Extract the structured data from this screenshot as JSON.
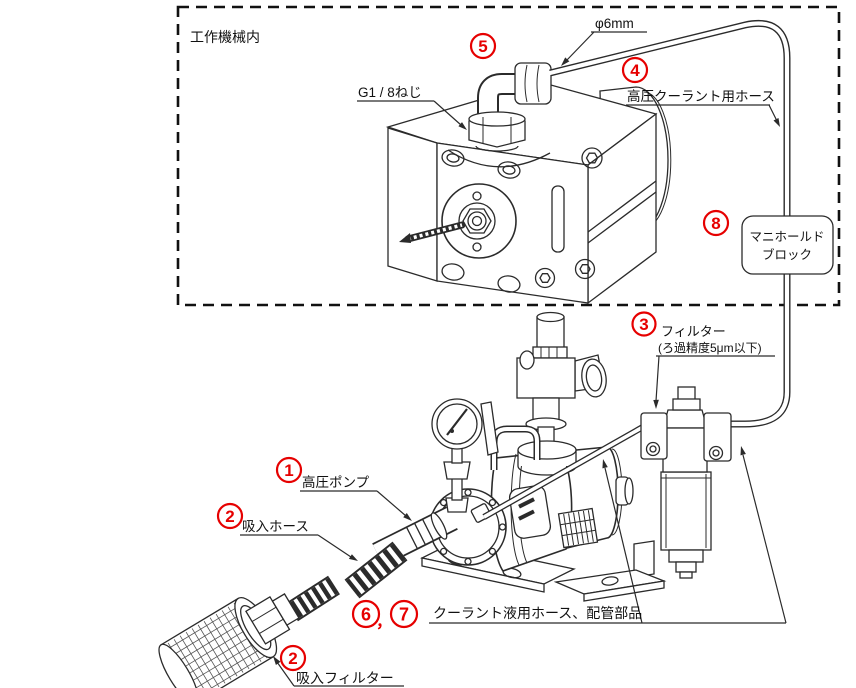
{
  "colors": {
    "callout_red": "#e60000",
    "line": "#2b2b2b",
    "text": "#111111"
  },
  "frame": {
    "machine_area": "工作機械内"
  },
  "labels": {
    "dia6": "φ6mm",
    "g_thread": "G1 / 8ねじ",
    "hp_hose": "高圧クーラント用ホース",
    "manifold1": "マニホールド",
    "manifold2": "ブロック",
    "filter": "フィルター",
    "filter_note": "(ろ過精度5μm以下)",
    "hp_pump": "高圧ポンプ",
    "suction_hose": "吸入ホース",
    "coolant_parts": "クーラント液用ホース、配管部品",
    "suction_filter": "吸入フィルター",
    "comma": "，"
  },
  "callouts": {
    "c1": "1",
    "c2": "2",
    "c3": "3",
    "c4": "4",
    "c5": "5",
    "c6": "6",
    "c7": "7",
    "c8": "8"
  }
}
